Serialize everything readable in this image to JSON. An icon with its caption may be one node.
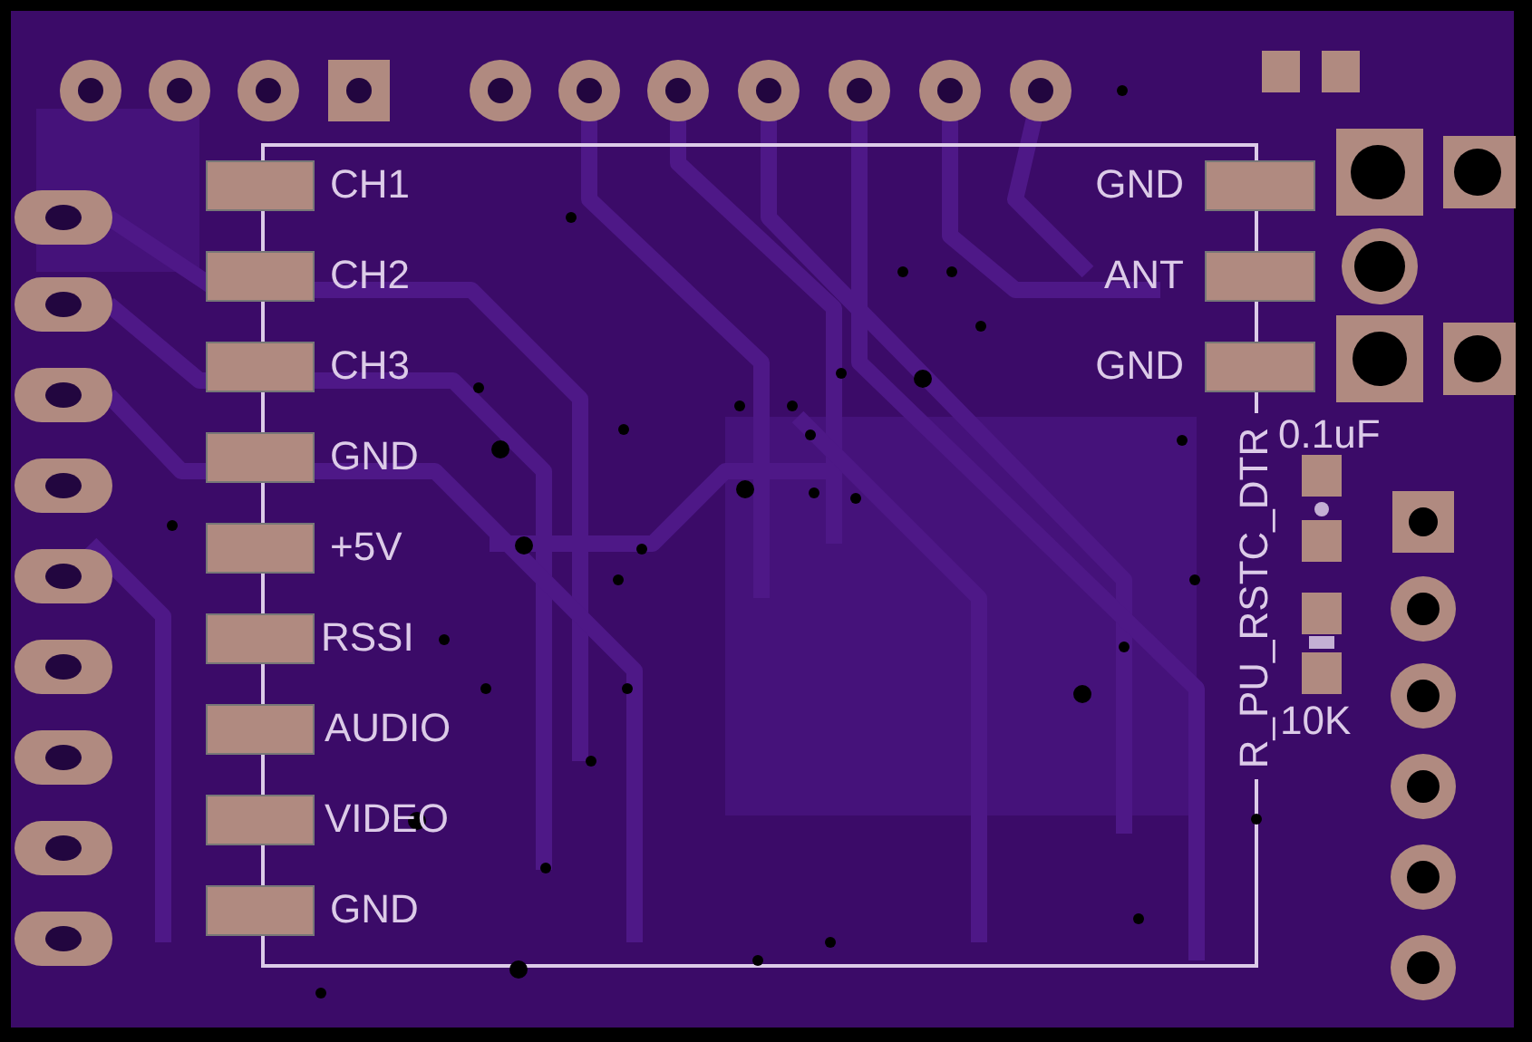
{
  "diagram": {
    "labels": [
      "CH1",
      "GND",
      "CH2",
      "ANT",
      "CH3",
      "GND",
      "GND",
      "0.1uF",
      "+5V",
      "RSSI",
      "AUDIO",
      "R_PU_RSTC_DTR",
      "10K",
      "VIDEO",
      "GND"
    ]
  }
}
